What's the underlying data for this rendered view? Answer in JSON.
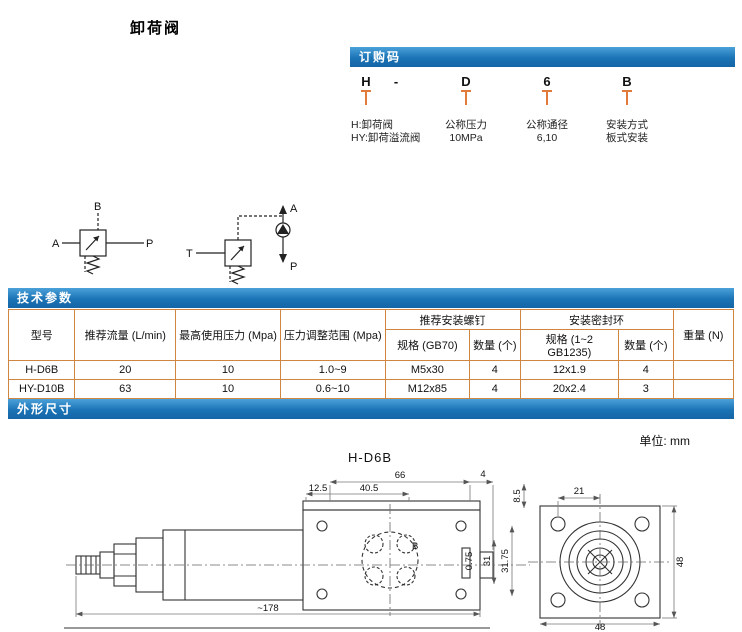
{
  "page": {
    "title": "卸荷阀"
  },
  "order": {
    "header": "订购码",
    "code_h": "H",
    "dash": "-",
    "code_d": "D",
    "code_6": "6",
    "code_b": "B",
    "desc_h_line1": "H:卸荷阀",
    "desc_h_line2": "HY:卸荷溢流阀",
    "desc_d_line1": "公称压力",
    "desc_d_line2": "10MPa",
    "desc_6_line1": "公称通径",
    "desc_6_line2": "6,10",
    "desc_b_line1": "安装方式",
    "desc_b_line2": "板式安装"
  },
  "symbols": {
    "left": {
      "a": "A",
      "b": "B",
      "p": "P"
    },
    "right": {
      "t": "T",
      "a": "A",
      "p": "P"
    }
  },
  "tech": {
    "header": "技术参数",
    "col_model": "型号",
    "col_flow": "推荐流量 (L/min)",
    "col_max_pressure": "最高使用压力 (Mpa)",
    "col_adj_range": "压力调整范围 (Mpa)",
    "col_screws": "推荐安装螺钉",
    "col_seals": "安装密封环",
    "col_weight": "重量 (N)",
    "col_screw_spec": "规格 (GB70)",
    "col_screw_qty": "数量 (个)",
    "col_seal_spec": "规格 (1~2 GB1235)",
    "col_seal_qty": "数量 (个)",
    "rows": [
      [
        "H-D6B",
        "20",
        "10",
        "1.0~9",
        "M5x30",
        "4",
        "12x1.9",
        "4",
        ""
      ],
      [
        "HY-D10B",
        "63",
        "10",
        "0.6~10",
        "M12x85",
        "4",
        "20x2.4",
        "3",
        ""
      ]
    ]
  },
  "outline": {
    "header": "外形尺寸",
    "unit_note": "单位: mm",
    "model_label": "H-D6B",
    "dims": {
      "top_width": "66",
      "top_offset": "12.5",
      "top_mid": "40.5",
      "top_right": "4",
      "plate": "8.5",
      "flange_top": "21",
      "flange_side": "48",
      "flange_bottom": "48",
      "body_a": "0.75",
      "body_b": "31",
      "body_c": "31.75",
      "overall": "~178",
      "port": "B"
    }
  }
}
